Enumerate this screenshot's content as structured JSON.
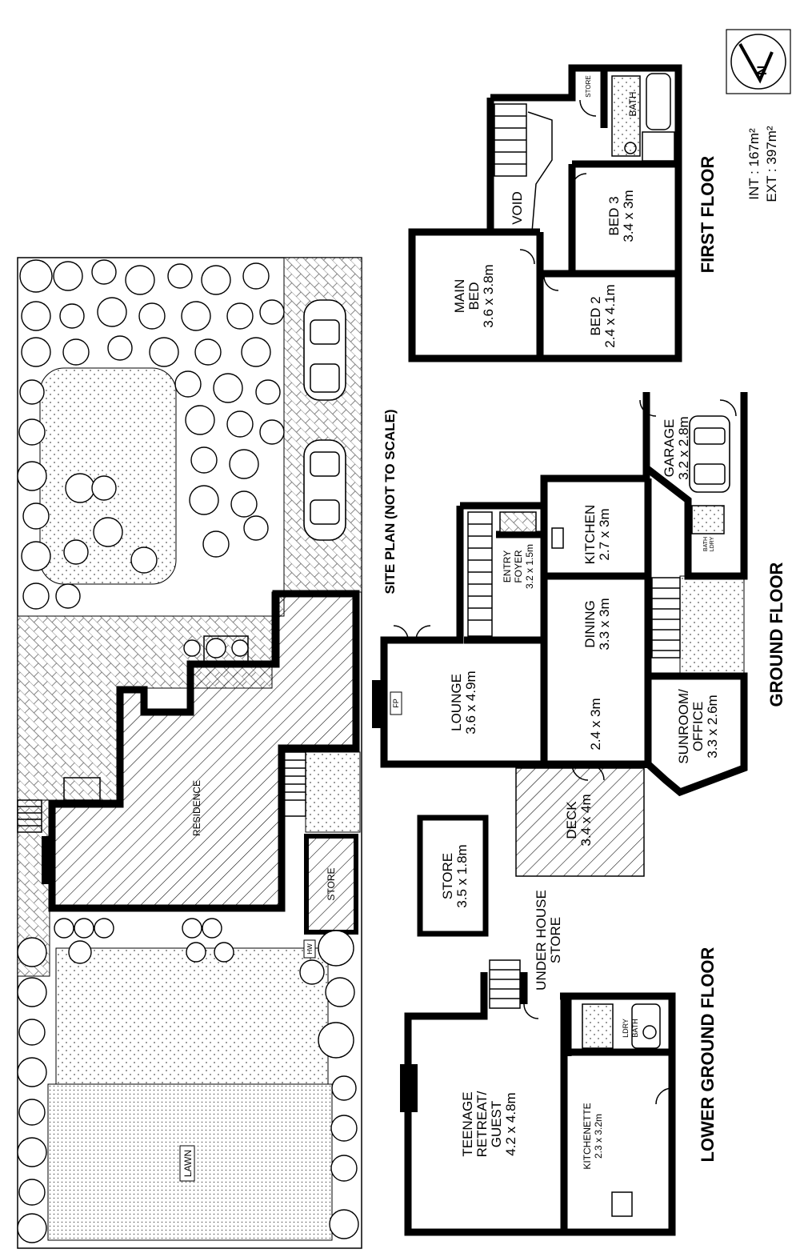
{
  "titles": {
    "site_plan": "SITE PLAN  (NOT TO SCALE)",
    "first_floor": "FIRST FLOOR",
    "ground_floor": "GROUND FLOOR",
    "lower_ground_floor": "LOWER GROUND FLOOR"
  },
  "area": {
    "int": "INT  : 167m²",
    "ext": "EXT : 397m²"
  },
  "compass": {
    "letter": "N"
  },
  "site_labels": {
    "residence": "RESIDENCE",
    "store": "STORE",
    "lawn": "LAWN",
    "hw": "HW"
  },
  "first_floor_rooms": [
    {
      "name": "MAIN",
      "name2": "BED",
      "size": "3.6 x 3.8m"
    },
    {
      "name": "BED 2",
      "size": "2.4 x 4.1m"
    },
    {
      "name": "BED 3",
      "size": "3.4 x 3m"
    },
    {
      "name": "VOID"
    },
    {
      "name": "BATH"
    },
    {
      "name": "STORE"
    }
  ],
  "ground_floor_rooms": [
    {
      "name": "LOUNGE",
      "size": "3.6 x 4.9m"
    },
    {
      "name": "FP"
    },
    {
      "name": "ENTRY",
      "name2": "FOYER",
      "size": "3.2 x 1.5m"
    },
    {
      "name": "KITCHEN",
      "size": "2.7 x 3m"
    },
    {
      "name": "DINING",
      "size": "3.3 x 3m"
    },
    {
      "name": "GARAGE",
      "size": "3.2 x 2.8m"
    },
    {
      "name": "SUNROOM/",
      "name2": "OFFICE",
      "size": "3.3 x 2.6m"
    },
    {
      "name": "DECK",
      "size": "3.4 x 4m"
    },
    {
      "size": "2.4 x 3m"
    },
    {
      "name": "STORE",
      "size": "3.5 x 1.8m"
    },
    {
      "name": "BATH",
      "name2": "LDRY"
    }
  ],
  "lower_ground_rooms": [
    {
      "name": "TEENAGE",
      "name2": "RETREAT/",
      "name3": "GUEST",
      "size": "4.2 x 4.8m"
    },
    {
      "name": "KITCHENETTE",
      "size": "2.3 x 3.2m"
    },
    {
      "name": "LDRY",
      "name2": "BATH"
    },
    {
      "name": "UNDER HOUSE",
      "name2": "STORE"
    }
  ]
}
